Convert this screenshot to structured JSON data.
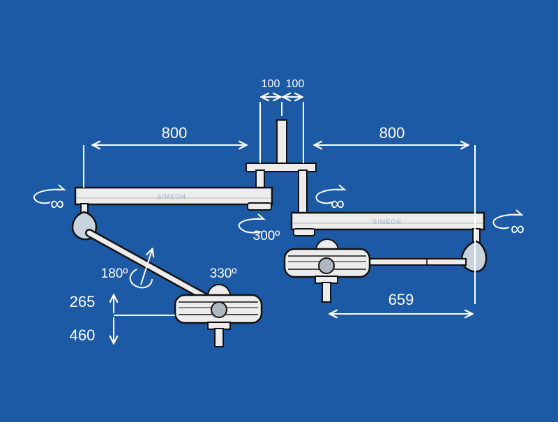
{
  "colors": {
    "background": "#1d5aa6",
    "line": "#ffffff",
    "outline": "#111111",
    "metal": "#ececec",
    "handle": "#c9d3de"
  },
  "dimensions": {
    "left_arm_length": "800",
    "right_arm_length": "800",
    "offset_left": "100",
    "offset_right": "100",
    "right_arm_reach": "659",
    "height_top": "265",
    "height_bottom": "460"
  },
  "rotations": {
    "left_arm": "∞",
    "center_joint": "∞",
    "right_arm": "∞",
    "left_bracket": "300º",
    "left_yoke": "180º",
    "left_head": "330º"
  },
  "brand": {
    "logo_left": "SIMEON",
    "logo_right": "SIMEON"
  }
}
